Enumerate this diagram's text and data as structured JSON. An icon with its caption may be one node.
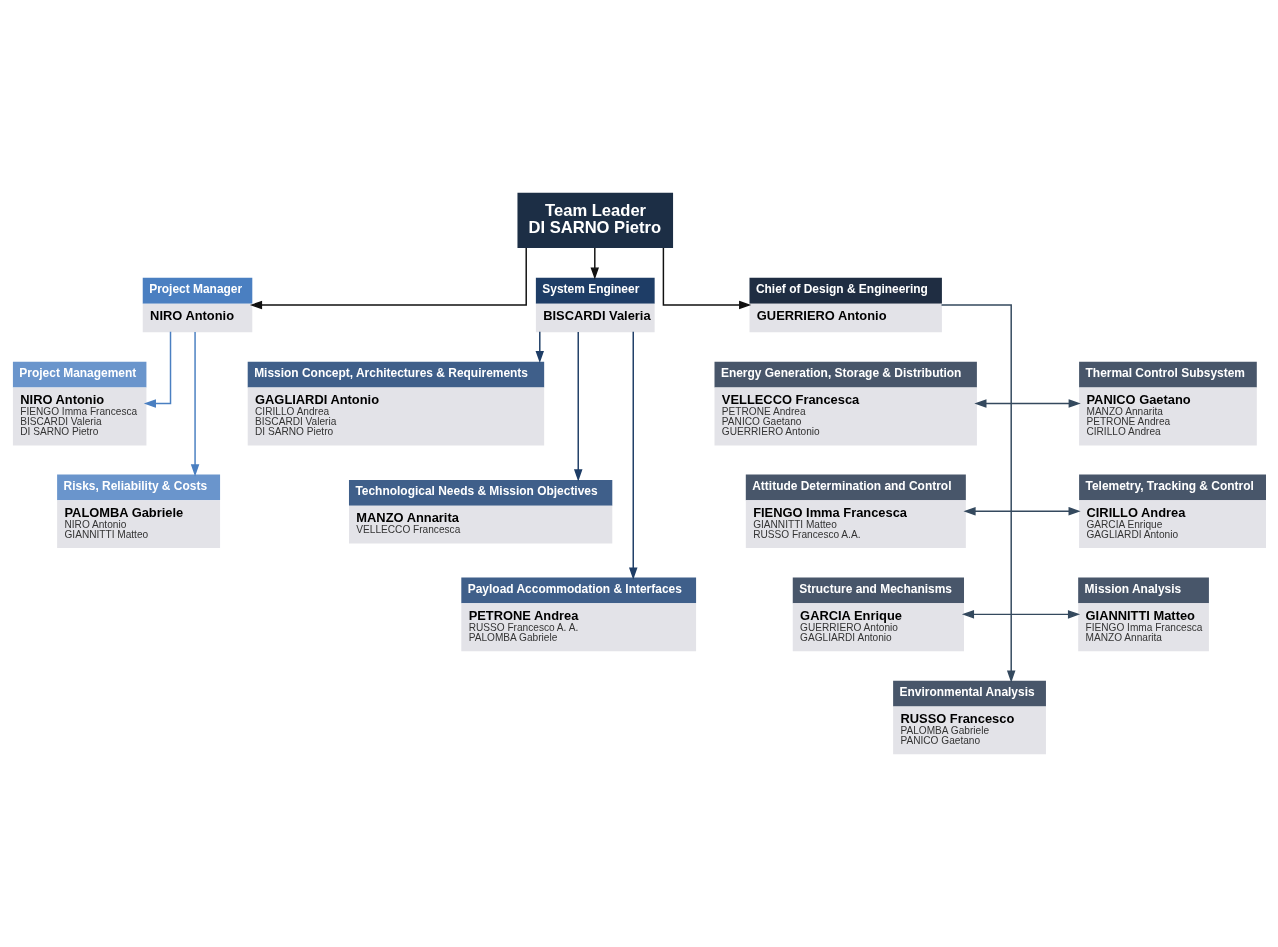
{
  "diagram": {
    "nodes": [
      {
        "text": [
          "Team Leader",
          "DI SARNO Pietro"
        ]
      },
      {
        "text": [
          "Project Manager",
          "NIRO Antonio"
        ]
      },
      {
        "text": [
          "Project Management",
          "NIRO Antonio",
          "FIENGO Imma Francesca",
          "BISCARDI Valeria",
          "DI SARNO Pietro"
        ]
      },
      {
        "text": [
          "Risks, Reliability & Costs",
          "PALOMBA Gabriele",
          "NIRO Antonio",
          "GIANNITTI Matteo"
        ]
      },
      {
        "text": [
          "System Engineer",
          "BISCARDI Valeria"
        ]
      },
      {
        "text": [
          "Mission Concept, Architectures & Requirements",
          "GAGLIARDI Antonio",
          "CIRILLO Andrea",
          "BISCARDI Valeria",
          "DI SARNO Pietro"
        ]
      },
      {
        "text": [
          "Technological Needs & Mission Objectives",
          "MANZO Annarita",
          "VELLECCO Francesca"
        ]
      },
      {
        "text": [
          "Payload Accommodation & Interfaces",
          "PETRONE Andrea",
          "RUSSO Francesco A. A.",
          "PALOMBA Gabriele"
        ]
      },
      {
        "text": [
          "Chief of Design & Engineering",
          "GUERRIERO Antonio"
        ]
      },
      {
        "text": [
          "Energy Generation, Storage & Distribution",
          "VELLECCO Francesca",
          "PETRONE Andrea",
          "PANICO Gaetano",
          "GUERRIERO Antonio"
        ]
      },
      {
        "text": [
          "Thermal Control Subsystem",
          "PANICO Gaetano",
          "MANZO Annarita",
          "PETRONE Andrea",
          "CIRILLO Andrea"
        ]
      },
      {
        "text": [
          "Attitude Determination and Control",
          "FIENGO Imma Francesca",
          "GIANNITTI Matteo",
          "RUSSO Francesco A.A."
        ]
      },
      {
        "text": [
          "Telemetry, Tracking & Control",
          "CIRILLO Andrea",
          "GARCIA Enrique",
          "GAGLIARDI Antonio"
        ]
      },
      {
        "text": [
          "Structure and Mechanisms",
          "GARCIA Enrique",
          "GUERRIERO Antonio",
          "GAGLIARDI Antonio"
        ]
      },
      {
        "text": [
          "Mission Analysis",
          "GIANNITTI Matteo",
          "FIENGO Imma Francesca",
          "MANZO Annarita"
        ]
      },
      {
        "text": [
          "Environmental Analysis",
          "RUSSO Francesco",
          "PALOMBA Gabriele",
          "PANICO Gaetano"
        ]
      }
    ],
    "edges": [
      {
        "from": 0,
        "to": 1,
        "arrow": "to"
      },
      {
        "from": 0,
        "to": 4,
        "arrow": "to"
      },
      {
        "from": 0,
        "to": 8,
        "arrow": "to"
      },
      {
        "from": 1,
        "to": 2,
        "arrow": "to",
        "color": "#4a7fc1"
      },
      {
        "from": 1,
        "to": 3,
        "arrow": "to",
        "color": "#4a7fc1"
      },
      {
        "from": 4,
        "to": 5,
        "arrow": "to",
        "color": "#1e3d66"
      },
      {
        "from": 4,
        "to": 6,
        "arrow": "to",
        "color": "#1e3d66"
      },
      {
        "from": 4,
        "to": 7,
        "arrow": "to",
        "color": "#1e3d66"
      },
      {
        "from": 9,
        "to": 10,
        "arrow": "both",
        "color": "#34495e"
      },
      {
        "from": 11,
        "to": 12,
        "arrow": "both",
        "color": "#34495e"
      },
      {
        "from": 13,
        "to": 14,
        "arrow": "both",
        "color": "#34495e"
      },
      {
        "from": 8,
        "to": 15,
        "arrow": "to",
        "color": "#34495e"
      }
    ]
  }
}
